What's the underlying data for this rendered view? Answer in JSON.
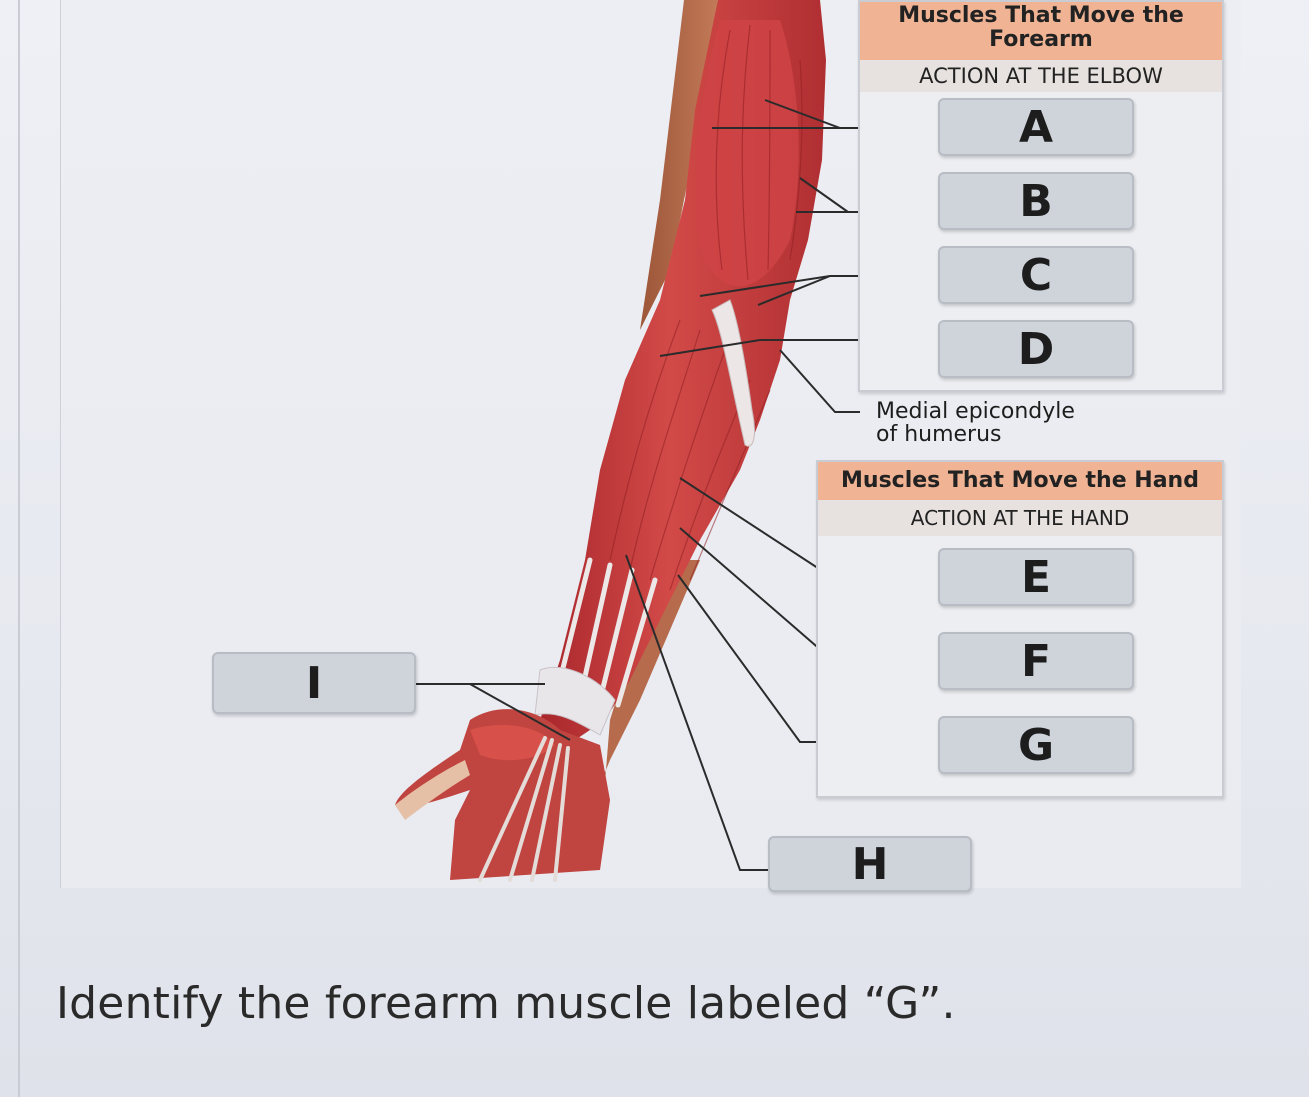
{
  "forearm_box": {
    "title_line1": "Muscles That Move the",
    "title_line2": "Forearm",
    "subtitle": "ACTION AT THE ELBOW"
  },
  "hand_box": {
    "title": "Muscles That Move the Hand",
    "subtitle": "ACTION AT THE HAND"
  },
  "labels": {
    "a": "A",
    "b": "B",
    "c": "C",
    "d": "D",
    "e": "E",
    "f": "F",
    "g": "G",
    "h": "H",
    "i": "I"
  },
  "annotation": {
    "line1": "Medial epicondyle",
    "line2": "of humerus"
  },
  "question": "Identify the forearm muscle labeled “G”.",
  "colors": {
    "muscle": "#c9383a",
    "skin": "#b86a4a",
    "tendon": "#e8e4e4",
    "header_bg": "#f0b495",
    "label_bg": "#cfd3da"
  }
}
